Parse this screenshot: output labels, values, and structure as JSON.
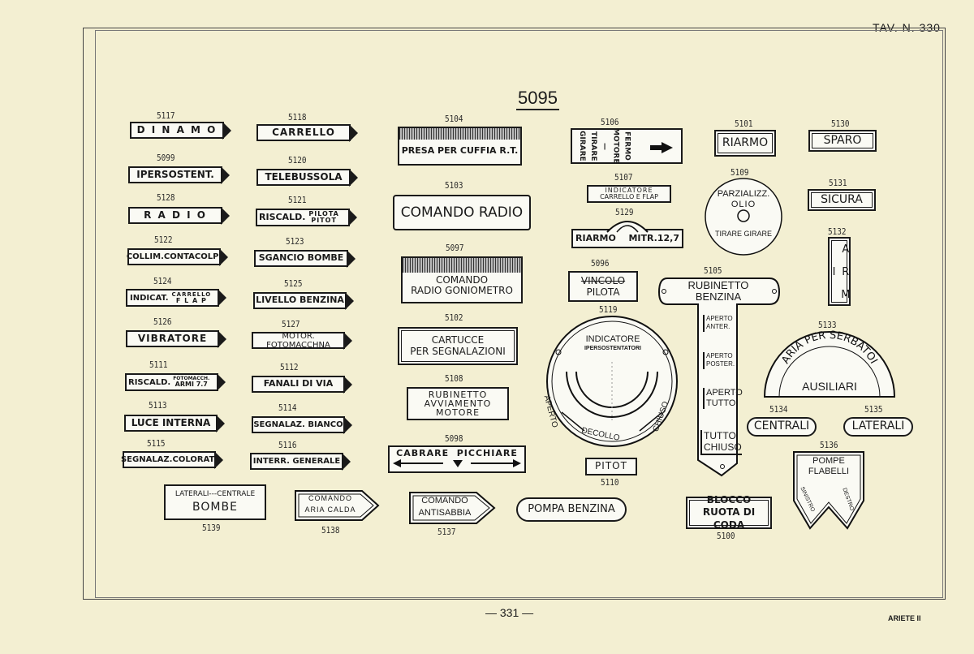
{
  "header": {
    "plate_ref": "TAV. N. 330",
    "figure_no": "5095"
  },
  "footer": {
    "page": "— 331 —",
    "book": "ARIETE II"
  },
  "plates": {
    "p5117": {
      "num": "5117",
      "text": "D I N A M O"
    },
    "p5099": {
      "num": "5099",
      "text": "IPERSOSTENT."
    },
    "p5128": {
      "num": "5128",
      "text": "R A D I O"
    },
    "p5122": {
      "num": "5122",
      "text": "COLLIM.CONTACOLPI"
    },
    "p5124": {
      "num": "5124",
      "main": "INDICAT.",
      "top": "CARRELLO",
      "bottom": "F L A P"
    },
    "p5126": {
      "num": "5126",
      "text": "VIBRATORE"
    },
    "p5111": {
      "num": "5111",
      "main": "RISCALD.",
      "top": "FOTOMACCH.",
      "bottom": "ARMI 7.7"
    },
    "p5113": {
      "num": "5113",
      "text": "LUCE INTERNA"
    },
    "p5115": {
      "num": "5115",
      "text": "SEGNALAZ.COLORATI"
    },
    "p5118": {
      "num": "5118",
      "text": "CARRELLO"
    },
    "p5120": {
      "num": "5120",
      "text": "TELEBUSSOLA"
    },
    "p5121": {
      "num": "5121",
      "main": "RISCALD.",
      "top": "PILOTA",
      "bottom": "PITOT"
    },
    "p5123": {
      "num": "5123",
      "text": "SGANCIO BOMBE"
    },
    "p5125": {
      "num": "5125",
      "text": "LIVELLO BENZINA"
    },
    "p5127": {
      "num": "5127",
      "text": "MOTOR. FOTOMACCHNA"
    },
    "p5112": {
      "num": "5112",
      "text": "FANALI DI VIA"
    },
    "p5114": {
      "num": "5114",
      "text": "SEGNALAZ. BIANCO"
    },
    "p5116": {
      "num": "5116",
      "text": "INTERR. GENERALE"
    },
    "p5104": {
      "num": "5104",
      "text": "PRESA PER CUFFIA R.T."
    },
    "p5103": {
      "num": "5103",
      "text": "COMANDO RADIO"
    },
    "p5097": {
      "num": "5097",
      "line1": "COMANDO",
      "line2": "RADIO GONIOMETRO"
    },
    "p5102": {
      "num": "5102",
      "line1": "CARTUCCE",
      "line2": "PER SEGNALAZIONI"
    },
    "p5108": {
      "num": "5108",
      "line1": "RUBINETTO",
      "line2": "AVVIAMENTO",
      "line3": "MOTORE"
    },
    "p5098": {
      "num": "5098",
      "top": "CABRARE  PICCHIARE"
    },
    "p5106": {
      "num": "5106",
      "col1": "FERMO",
      "col2": "MOTORE",
      "col3": "—",
      "col4": "TIRARE",
      "col5": "GIRARE"
    },
    "p5107": {
      "num": "5107",
      "line1": "INDICATORE",
      "line2": "CARRELLO E FLAP"
    },
    "p5129": {
      "num": "5129",
      "left": "RIARMO",
      "right": "MITR.12,7"
    },
    "p5096": {
      "num": "5096",
      "line1": "VINCOLO",
      "line2": "PILOTA"
    },
    "p5119": {
      "num": "5119",
      "line1": "INDICATORE",
      "line2": "IPERSOSTENTATORI",
      "left": "APERTO",
      "bottom": "DECOLLO",
      "right": "CHIUSO"
    },
    "p5110": {
      "num": "5110",
      "text": "PITOT"
    },
    "p5101": {
      "num": "5101",
      "text": "RIARMO"
    },
    "p5109": {
      "num": "5109",
      "line1": "PARZIALIZZ.",
      "line2": "OLIO",
      "line3": "TIRARE GIRARE"
    },
    "p5105": {
      "num": "5105",
      "line1": "RUBINETTO",
      "line2": "BENZINA",
      "a1": "APERTO",
      "a2": "ANTER.",
      "b1": "APERTO",
      "b2": "POSTER.",
      "c1": "APERTO",
      "c2": "TUTTO",
      "d1": "TUTTO",
      "d2": "CHIUSO"
    },
    "p5130": {
      "num": "5130",
      "text": "SPARO"
    },
    "p5131": {
      "num": "5131",
      "text": "SICURA"
    },
    "p5132": {
      "num": "5132",
      "text": "A R M I"
    },
    "p5133": {
      "num": "5133",
      "arc": "ARIA PER SERBATOI",
      "bottom": "AUSILIARI"
    },
    "p5134": {
      "num": "5134",
      "text": "CENTRALI"
    },
    "p5135": {
      "num": "5135",
      "text": "LATERALI"
    },
    "p5136": {
      "num": "5136",
      "line1": "POMPE",
      "line2": "FLABELLI",
      "left": "SINISTRO",
      "right": "DESTRO"
    },
    "p5139": {
      "num": "5139",
      "line1": "LATERALI---CENTRALE",
      "line2": "BOMBE"
    },
    "p5138": {
      "num": "5138",
      "line1": "COMANDO",
      "line2": "ARIA CALDA"
    },
    "p5137": {
      "num": "5137",
      "line1": "COMANDO",
      "line2": "ANTISABBIA"
    },
    "pompa": {
      "text": "POMPA BENZINA"
    },
    "p5100": {
      "num": "5100",
      "line1": "BLOCCO",
      "line2": "RUOTA DI CODA"
    }
  }
}
